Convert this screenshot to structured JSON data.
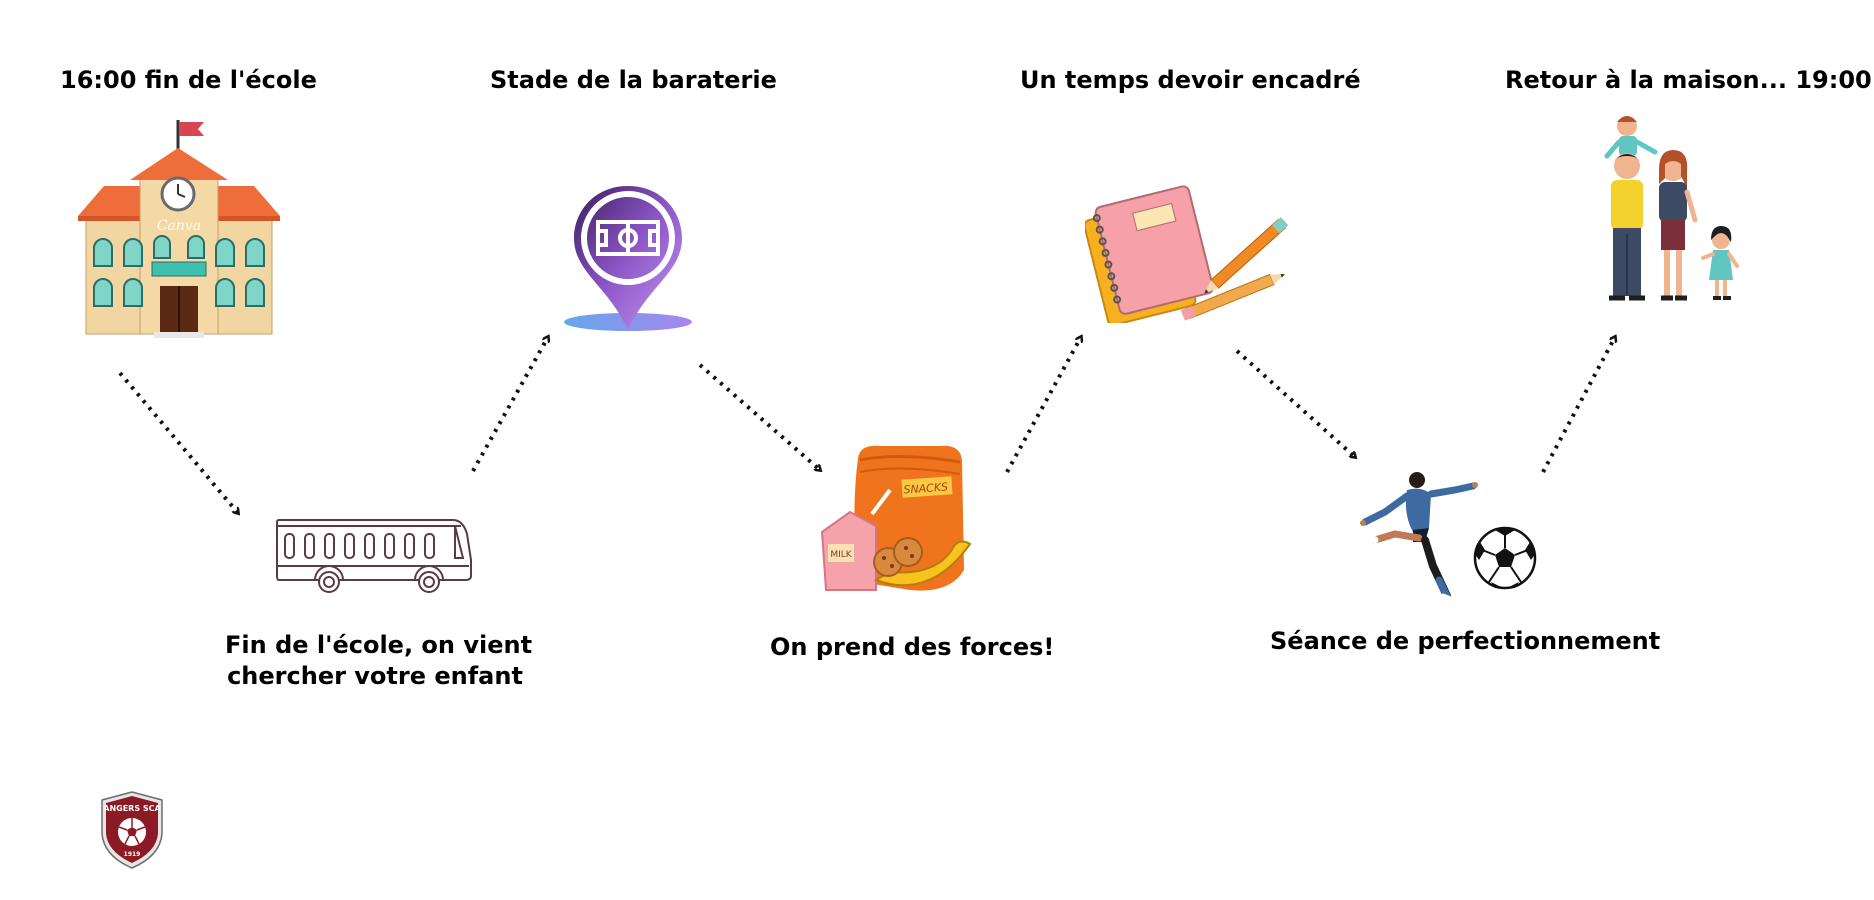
{
  "steps": {
    "s1": {
      "label": "16:00 fin de l'école",
      "icon": "school-building-icon"
    },
    "s2": {
      "label_line1": "Fin de l'école, on vient",
      "label_line2": "chercher votre enfant",
      "icon": "bus-icon"
    },
    "s3": {
      "label": "Stade de la baraterie",
      "icon": "stadium-location-pin-icon"
    },
    "s4": {
      "label": "On prend des forces!",
      "icon": "snack-bag-icon"
    },
    "s5": {
      "label": "Un temps devoir encadré",
      "icon": "notebooks-pencils-icon"
    },
    "s6": {
      "label": "Séance de perfectionnement",
      "icon": "football-player-icon"
    },
    "s7": {
      "label": "Retour à la maison... 19:00",
      "icon": "family-icon"
    }
  },
  "school_watermark": "Canva",
  "snack_labels": {
    "bag": "SNACKS",
    "milk": "MILK"
  },
  "logo": {
    "name": "ANGERS SCA",
    "year": "1919"
  },
  "colors": {
    "arrow": "#111111",
    "text": "#000000",
    "club_red": "#8b1a24"
  }
}
